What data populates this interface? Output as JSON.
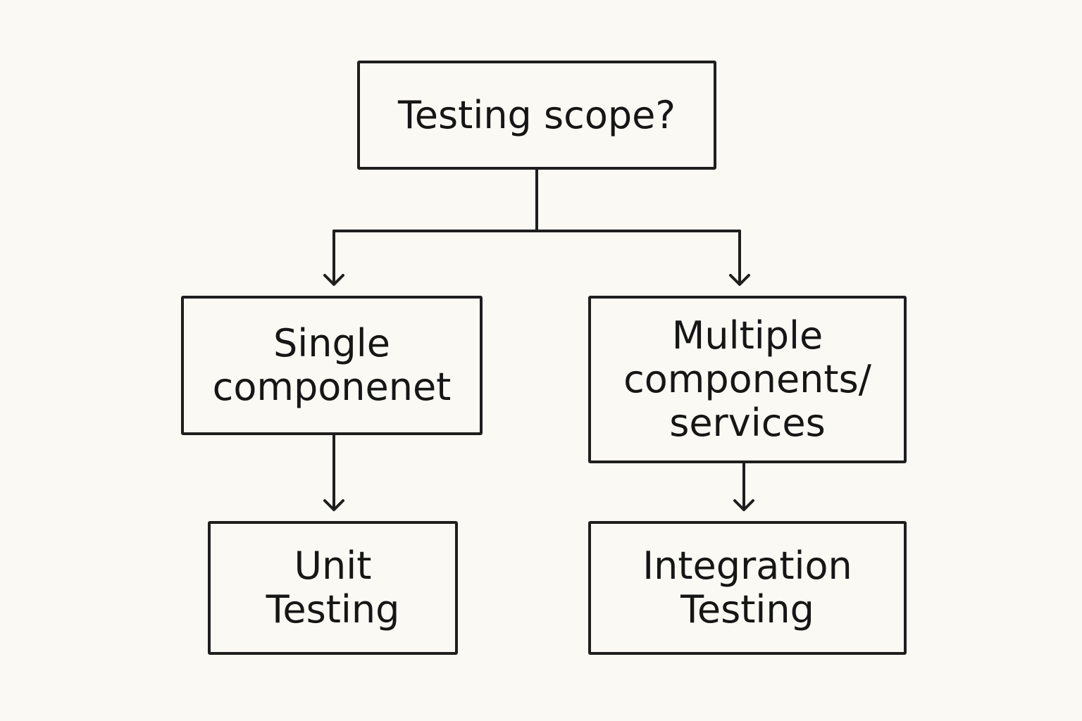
{
  "diagram": {
    "root": {
      "label": "Testing scope?"
    },
    "branches": [
      {
        "label_lines": [
          "Single",
          "componenet"
        ]
      },
      {
        "label_lines": [
          "Multiple",
          "components/",
          "services"
        ]
      }
    ],
    "outcomes": [
      {
        "label_lines": [
          "Unit",
          "Testing"
        ]
      },
      {
        "label_lines": [
          "Integration",
          "Testing"
        ]
      }
    ],
    "colors": {
      "background": "#faf9f4",
      "stroke": "#1e1e1e",
      "text": "#161616"
    }
  }
}
